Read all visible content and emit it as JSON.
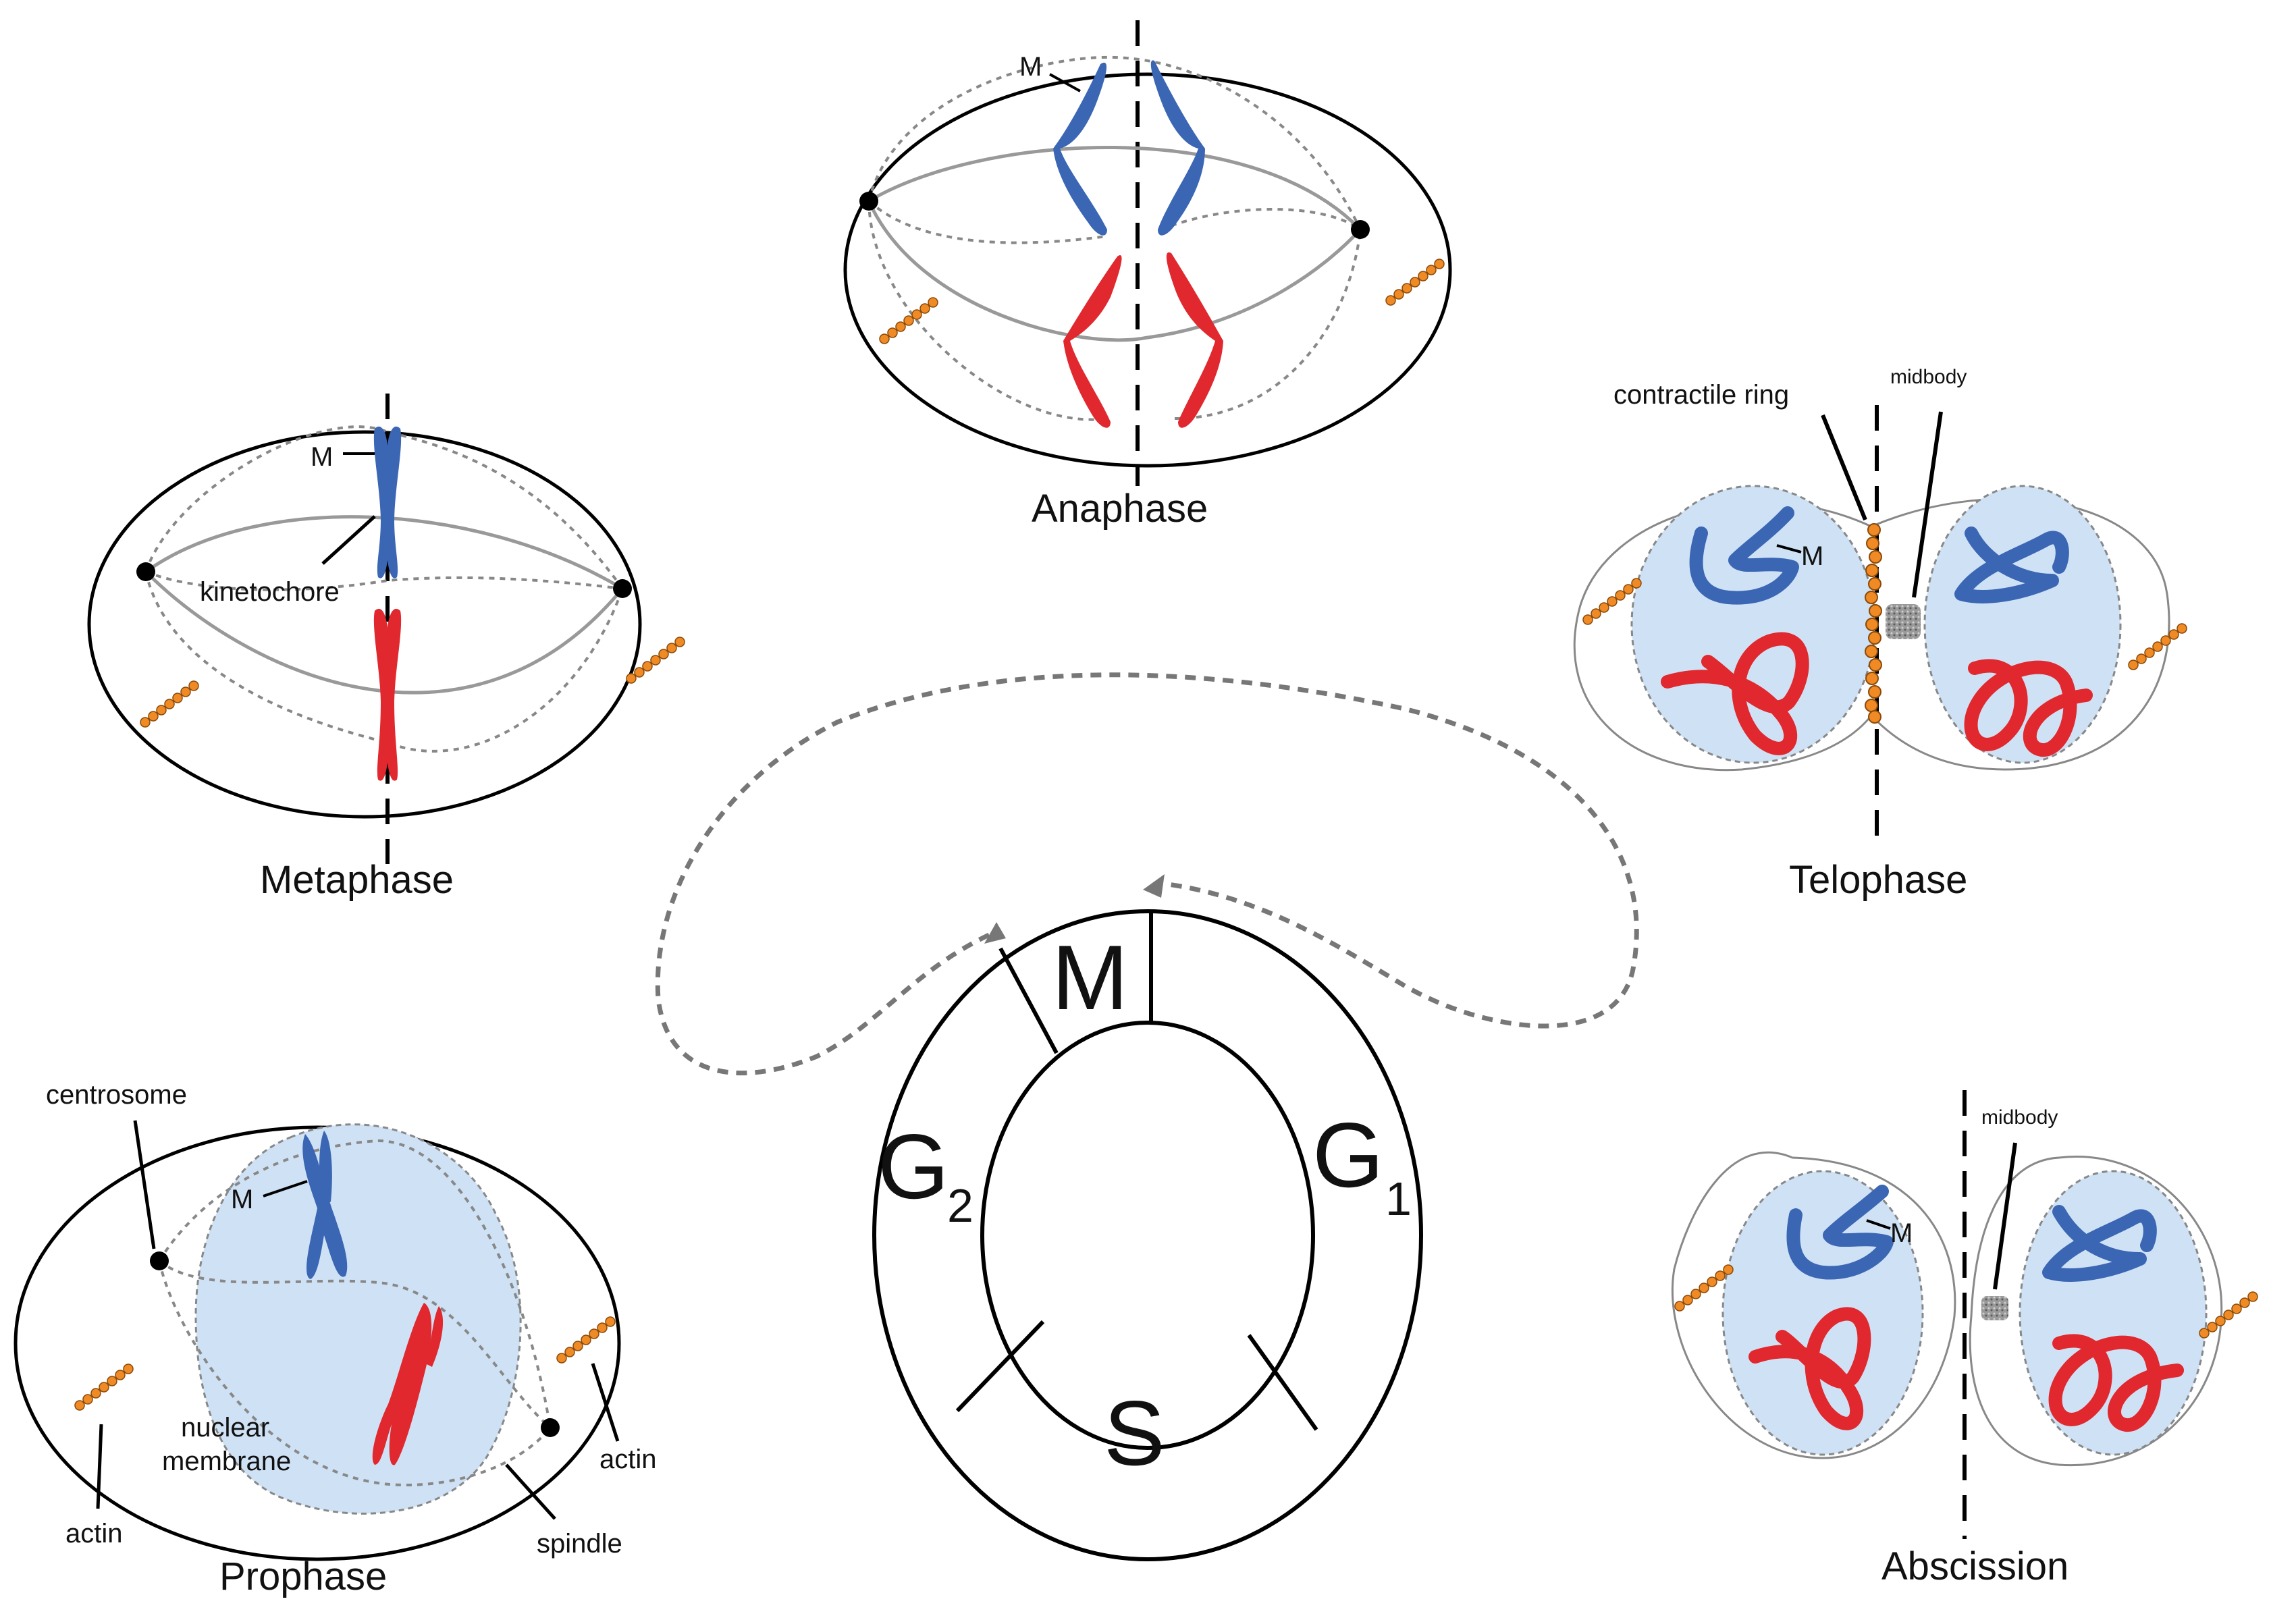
{
  "cycle": {
    "phases": {
      "M": "M",
      "G1": "G",
      "G1_sub": "1",
      "G2": "G",
      "G2_sub": "2",
      "S": "S"
    }
  },
  "stages": {
    "prophase": {
      "title": "Prophase",
      "centrosome": "centrosome",
      "m": "M",
      "nuclear_membrane_1": "nuclear",
      "nuclear_membrane_2": "membrane",
      "spindle": "spindle",
      "actin_left": "actin",
      "actin_right": "actin"
    },
    "metaphase": {
      "title": "Metaphase",
      "m": "M",
      "kinetochore": "kinetochore"
    },
    "anaphase": {
      "title": "Anaphase",
      "m": "M"
    },
    "telophase": {
      "title": "Telophase",
      "contractile_ring": "contractile ring",
      "midbody": "midbody",
      "m": "M"
    },
    "abscission": {
      "title": "Abscission",
      "midbody": "midbody",
      "m": "M"
    }
  },
  "colors": {
    "chromosome_blue": "#3b66b4",
    "chromosome_red": "#e0282e",
    "nucleus_fill": "#cfe2f5",
    "actin_orange": "#f08a24",
    "arrow_gray": "#777777"
  }
}
